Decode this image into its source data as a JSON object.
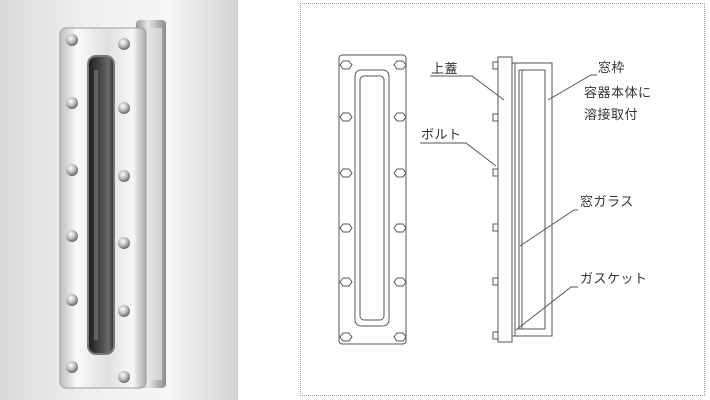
{
  "figure": {
    "labels": {
      "upper_lid": "上蓋",
      "window_frame": "窓枠",
      "body_weld_line1": "容器本体に",
      "body_weld_line2": "溶接取付",
      "bolt": "ボルト",
      "window_glass": "窓ガラス",
      "gasket": "ガスケット"
    },
    "colors": {
      "line": "#555555",
      "label_text": "#333333",
      "panel_border": "#9a9a9a",
      "steel_light": "#f2f2f2",
      "steel_mid": "#c8c8c8",
      "steel_dark": "#9c9c9c",
      "glass": "#3a3a3a"
    },
    "icons": {
      "bolt_front": "hexagon-bolt-head",
      "bolt_side": "bolt-stub"
    }
  }
}
